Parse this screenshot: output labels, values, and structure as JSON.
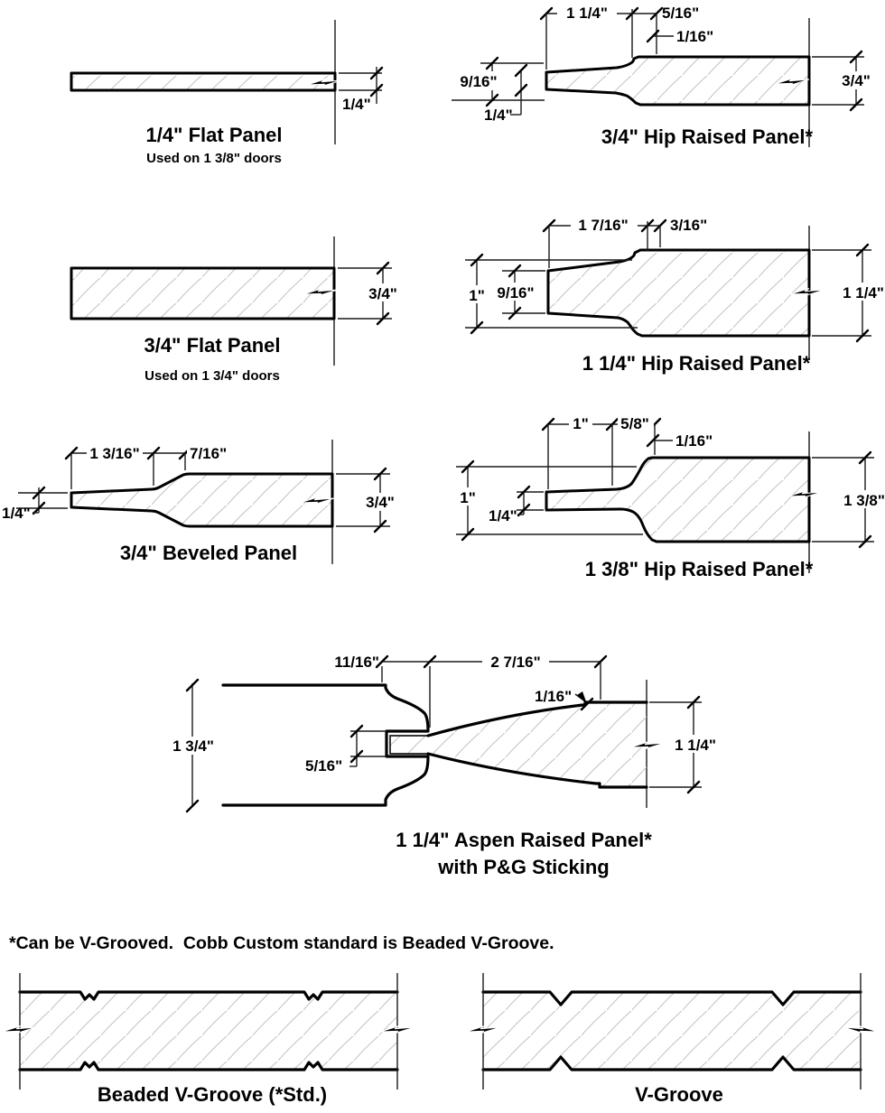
{
  "page": {
    "background": "#ffffff",
    "ink": "#000000",
    "grain_color": "#c6c6c6"
  },
  "footnote": "*Can be V-Grooved.  Cobb Custom standard is Beaded V-Groove.",
  "diagrams": {
    "flat_quarter": {
      "title": "1/4\" Flat Panel",
      "subtitle": "Used on 1 3/8\" doors",
      "dim_thickness": "1/4\""
    },
    "hip_34": {
      "title": "3/4\" Hip Raised Panel*",
      "dim_top_width": "1 1/4\"",
      "dim_top_bevel": "5/16\"",
      "dim_step": "1/16\"",
      "dim_left_depth": "9/16\"",
      "dim_tongue": "1/4\"",
      "dim_thickness": "3/4\""
    },
    "flat_34": {
      "title": "3/4\" Flat Panel",
      "subtitle": "Used on 1 3/4\" doors",
      "dim_thickness": "3/4\""
    },
    "hip_114": {
      "title": "1 1/4\" Hip Raised Panel*",
      "dim_top_width": "1 7/16\"",
      "dim_top_bevel": "3/16\"",
      "dim_left_depth": "1\"",
      "dim_tongue": "9/16\"",
      "dim_thickness": "1 1/4\""
    },
    "beveled_34": {
      "title": "3/4\" Beveled Panel",
      "dim_top_width": "1 3/16\"",
      "dim_top_bevel": "7/16\"",
      "dim_tongue": "1/4\"",
      "dim_thickness": "3/4\""
    },
    "hip_138": {
      "title": "1 3/8\" Hip Raised Panel*",
      "dim_top_width": "1\"",
      "dim_top_bevel": "5/8\"",
      "dim_step": "1/16\"",
      "dim_left_depth": "1\"",
      "dim_tongue": "1/4\"",
      "dim_thickness": "1 3/8\""
    },
    "aspen": {
      "title": "1 1/4\" Aspen Raised Panel*",
      "subtitle": "with P&G Sticking",
      "dim_sticking": "11/16\"",
      "dim_panel_width": "2 7/16\"",
      "dim_step": "1/16\"",
      "dim_door": "1 3/4\"",
      "dim_groove": "5/16\"",
      "dim_thickness": "1 1/4\""
    },
    "beaded_vgroove": {
      "title": "Beaded V-Groove (*Std.)"
    },
    "vgroove": {
      "title": "V-Groove"
    }
  }
}
